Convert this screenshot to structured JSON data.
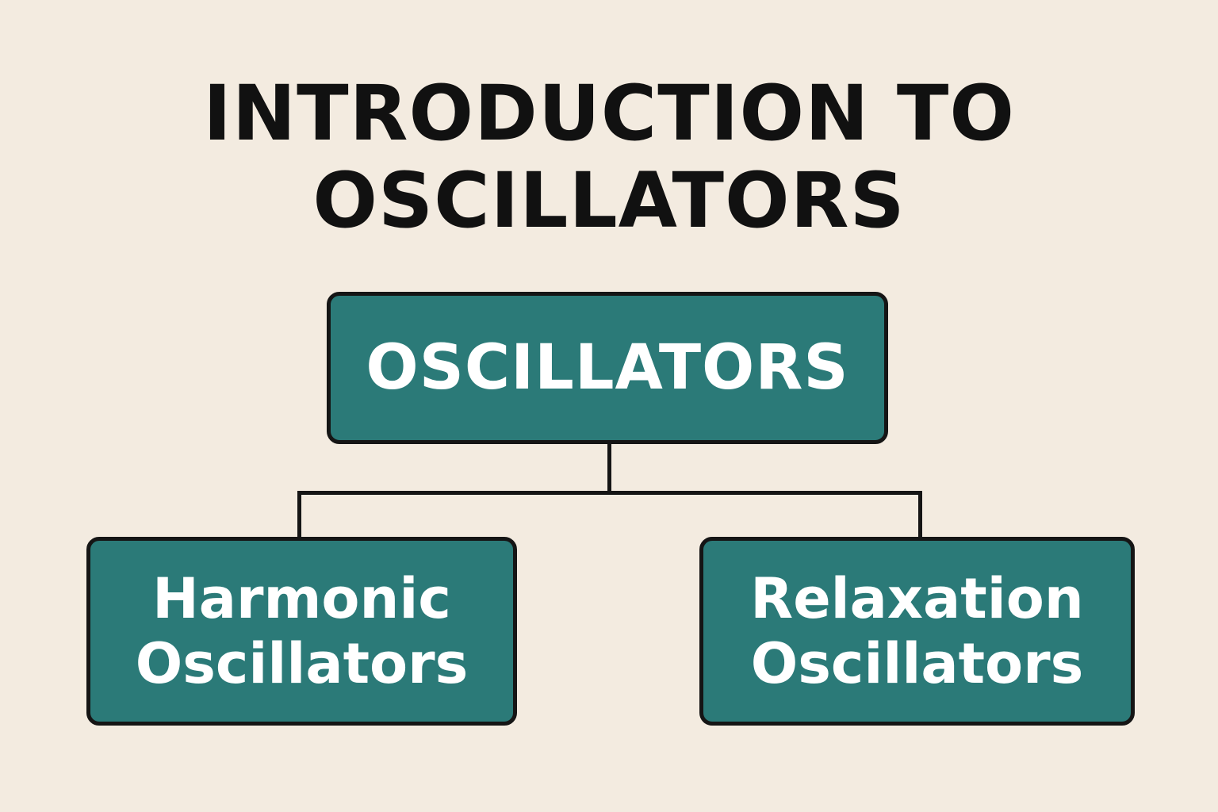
{
  "title": {
    "line1": "INTRODUCTION TO",
    "line2": "OSCILLATORS"
  },
  "root": {
    "label": "OSCILLATORS"
  },
  "children": [
    {
      "line1": "Harmonic",
      "line2": "Oscillators"
    },
    {
      "line1": "Relaxation",
      "line2": "Oscillators"
    }
  ],
  "colors": {
    "background": "#f3ebe0",
    "box_fill": "#2b7a78",
    "border": "#151515",
    "title_text": "#111111",
    "box_text": "#ffffff"
  }
}
